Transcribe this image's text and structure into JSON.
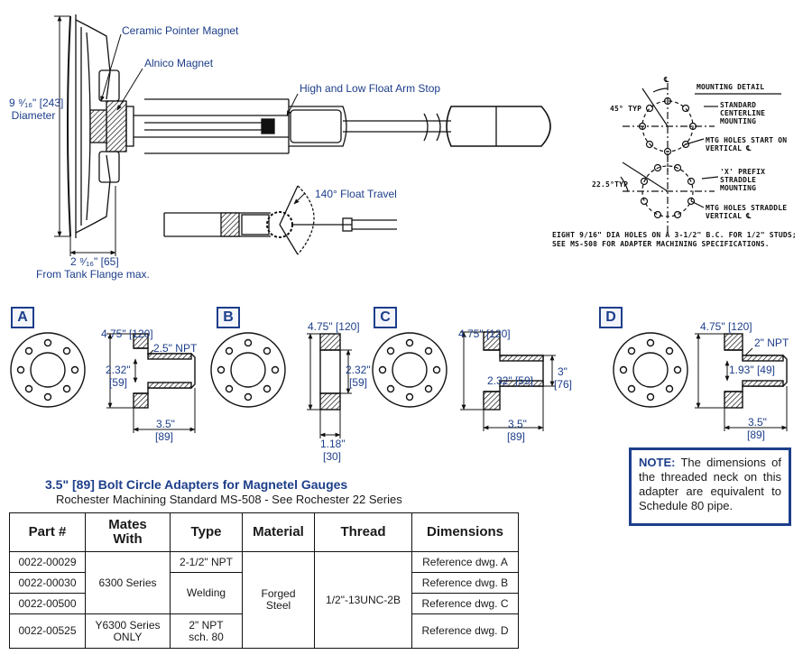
{
  "top_drawing": {
    "ceramic_label": "Ceramic Pointer Magnet",
    "alnico_label": "Alnico Magnet",
    "stop_label": "High and Low Float Arm Stop",
    "diameter_value": "9 ⁹⁄₁₆\" [243]",
    "diameter_word": "Diameter",
    "flange_value": "2 ⁹⁄₁₆\" [65]",
    "flange_word": "From Tank Flange max.",
    "travel_label": "140° Float Travel"
  },
  "mounting_detail": {
    "title": "MOUNTING DETAIL",
    "cl": "℄",
    "angle45": "45° TYP",
    "standard_1": "STANDARD",
    "standard_2": "CENTERLINE",
    "standard_3": "MOUNTING",
    "mtg1_1": "MTG HOLES START ON",
    "mtg1_2": "VERTICAL ℄",
    "angle22": "22.5°TYP",
    "xprefix_1": "'X' PREFIX",
    "xprefix_2": "STRADDLE",
    "xprefix_3": "MOUNTING",
    "mtg2_1": "MTG HOLES STRADDLE",
    "mtg2_2": "VERTICAL ℄",
    "note_1": "EIGHT 9/16\" DIA HOLES ON A 3-1/2\" B.C. FOR 1/2\" STUDS;",
    "note_2": "SEE MS-508 FOR ADAPTER MACHINING SPECIFICATIONS."
  },
  "adapters": {
    "a": {
      "letter": "A",
      "width": "4.75\" [120]",
      "thread": "2.5\" NPT",
      "bore_1": "2.32\"",
      "bore_2": "[59]",
      "bc_1": "3.5\"",
      "bc_2": "[89]"
    },
    "b": {
      "letter": "B",
      "width": "4.75\" [120]",
      "bore_1": "2.32\"",
      "bore_2": "[59]",
      "thick_1": "1.18\"",
      "thick_2": "[30]"
    },
    "c": {
      "letter": "C",
      "width": "4.75\" [120]",
      "bore": "2.32\" [59]",
      "od_1": "3\"",
      "od_2": "[76]",
      "bc_1": "3.5\"",
      "bc_2": "[89]"
    },
    "d": {
      "letter": "D",
      "width": "4.75\" [120]",
      "thread": "2\" NPT",
      "bore": "1.93\" [49]",
      "bc_1": "3.5\"",
      "bc_2": "[89]"
    }
  },
  "section_title": "3.5\" [89] Bolt Circle Adapters for Magnetel Gauges",
  "section_subtitle": "Rochester Machining Standard MS-508 - See Rochester 22 Series",
  "table": {
    "headers": {
      "part": "Part #",
      "mates_1": "Mates",
      "mates_2": "With",
      "type": "Type",
      "material": "Material",
      "thread": "Thread",
      "dimensions": "Dimensions"
    },
    "parts": [
      "0022-00029",
      "0022-00030",
      "0022-00500",
      "0022-00525"
    ],
    "mates_6300": "6300 Series",
    "mates_y_1": "Y6300 Series",
    "mates_y_2": "ONLY",
    "type_npt25": "2-1/2\" NPT",
    "type_welding": "Welding",
    "type_npt2_1": "2\" NPT",
    "type_npt2_2": "sch. 80",
    "material_1": "Forged",
    "material_2": "Steel",
    "thread": "1/2\"-13UNC-2B",
    "dims": [
      "Reference dwg. A",
      "Reference dwg. B",
      "Reference dwg. C",
      "Reference dwg. D"
    ]
  },
  "note": {
    "label": "NOTE:",
    "text": "The dimensions of the threaded neck on this adapter are equivalent to Schedule 80 pipe."
  }
}
